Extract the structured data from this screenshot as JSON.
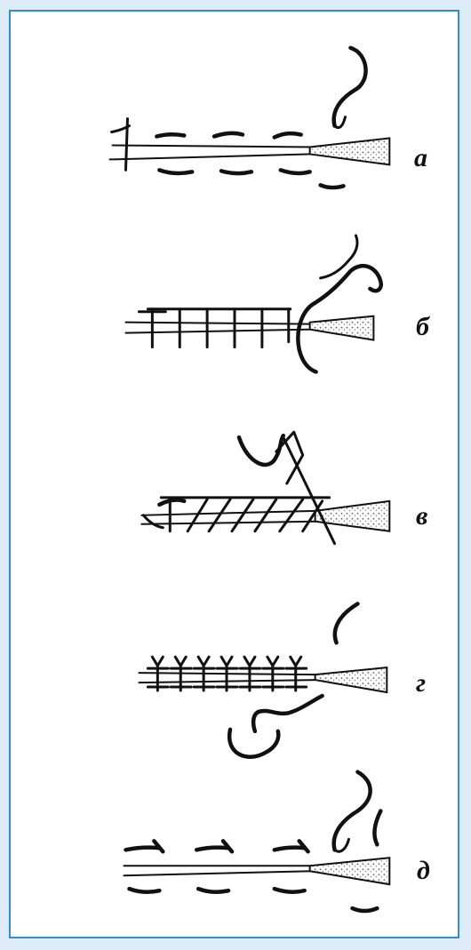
{
  "colors": {
    "frame_bg": "#dcebf7",
    "frame_border": "#2f8fd6",
    "ink": "#111111"
  },
  "labels": [
    {
      "id": "a",
      "text": "а"
    },
    {
      "id": "b",
      "text": "б"
    },
    {
      "id": "v",
      "text": "в"
    },
    {
      "id": "g",
      "text": "г"
    },
    {
      "id": "d",
      "text": "д"
    }
  ]
}
